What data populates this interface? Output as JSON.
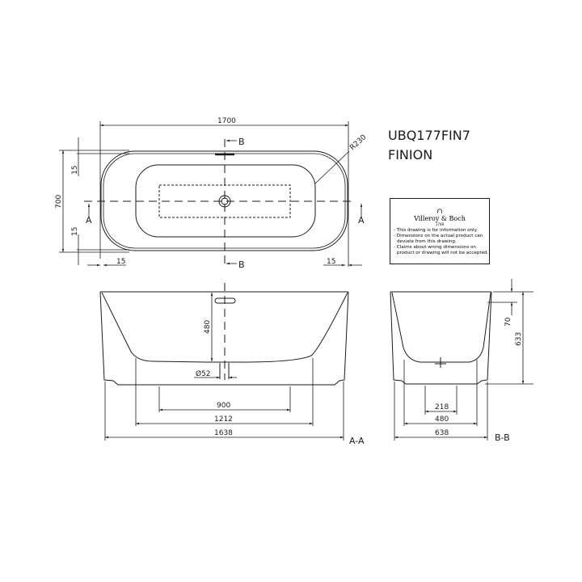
{
  "title": {
    "model_code": "UBQ177FIN7",
    "product_name": "FINION"
  },
  "top_view": {
    "length": "1700",
    "width": "700",
    "radius": "R230",
    "rim_top": "15",
    "rim_bottom": "15",
    "rim_left": "15",
    "rim_right": "15",
    "section_a": "A",
    "section_b": "B"
  },
  "section_aa": {
    "label": "A-A",
    "depth": "480",
    "drain": "Ø52",
    "dim_900": "900",
    "dim_1212": "1212",
    "dim_1638": "1638"
  },
  "section_bb": {
    "label": "B-B",
    "dim_70": "70",
    "height": "633",
    "dim_218": "218",
    "dim_480": "480",
    "dim_638": "638"
  },
  "info_box": {
    "brand": "Villeroy & Boch",
    "year": "1748",
    "notes": [
      "- This drawing is for information only.",
      "- Dimensions on the actual product can",
      "  deviate from this drawing.",
      "- Claims about wrong dimensions on",
      "  product or drawing will not be accepted."
    ]
  }
}
